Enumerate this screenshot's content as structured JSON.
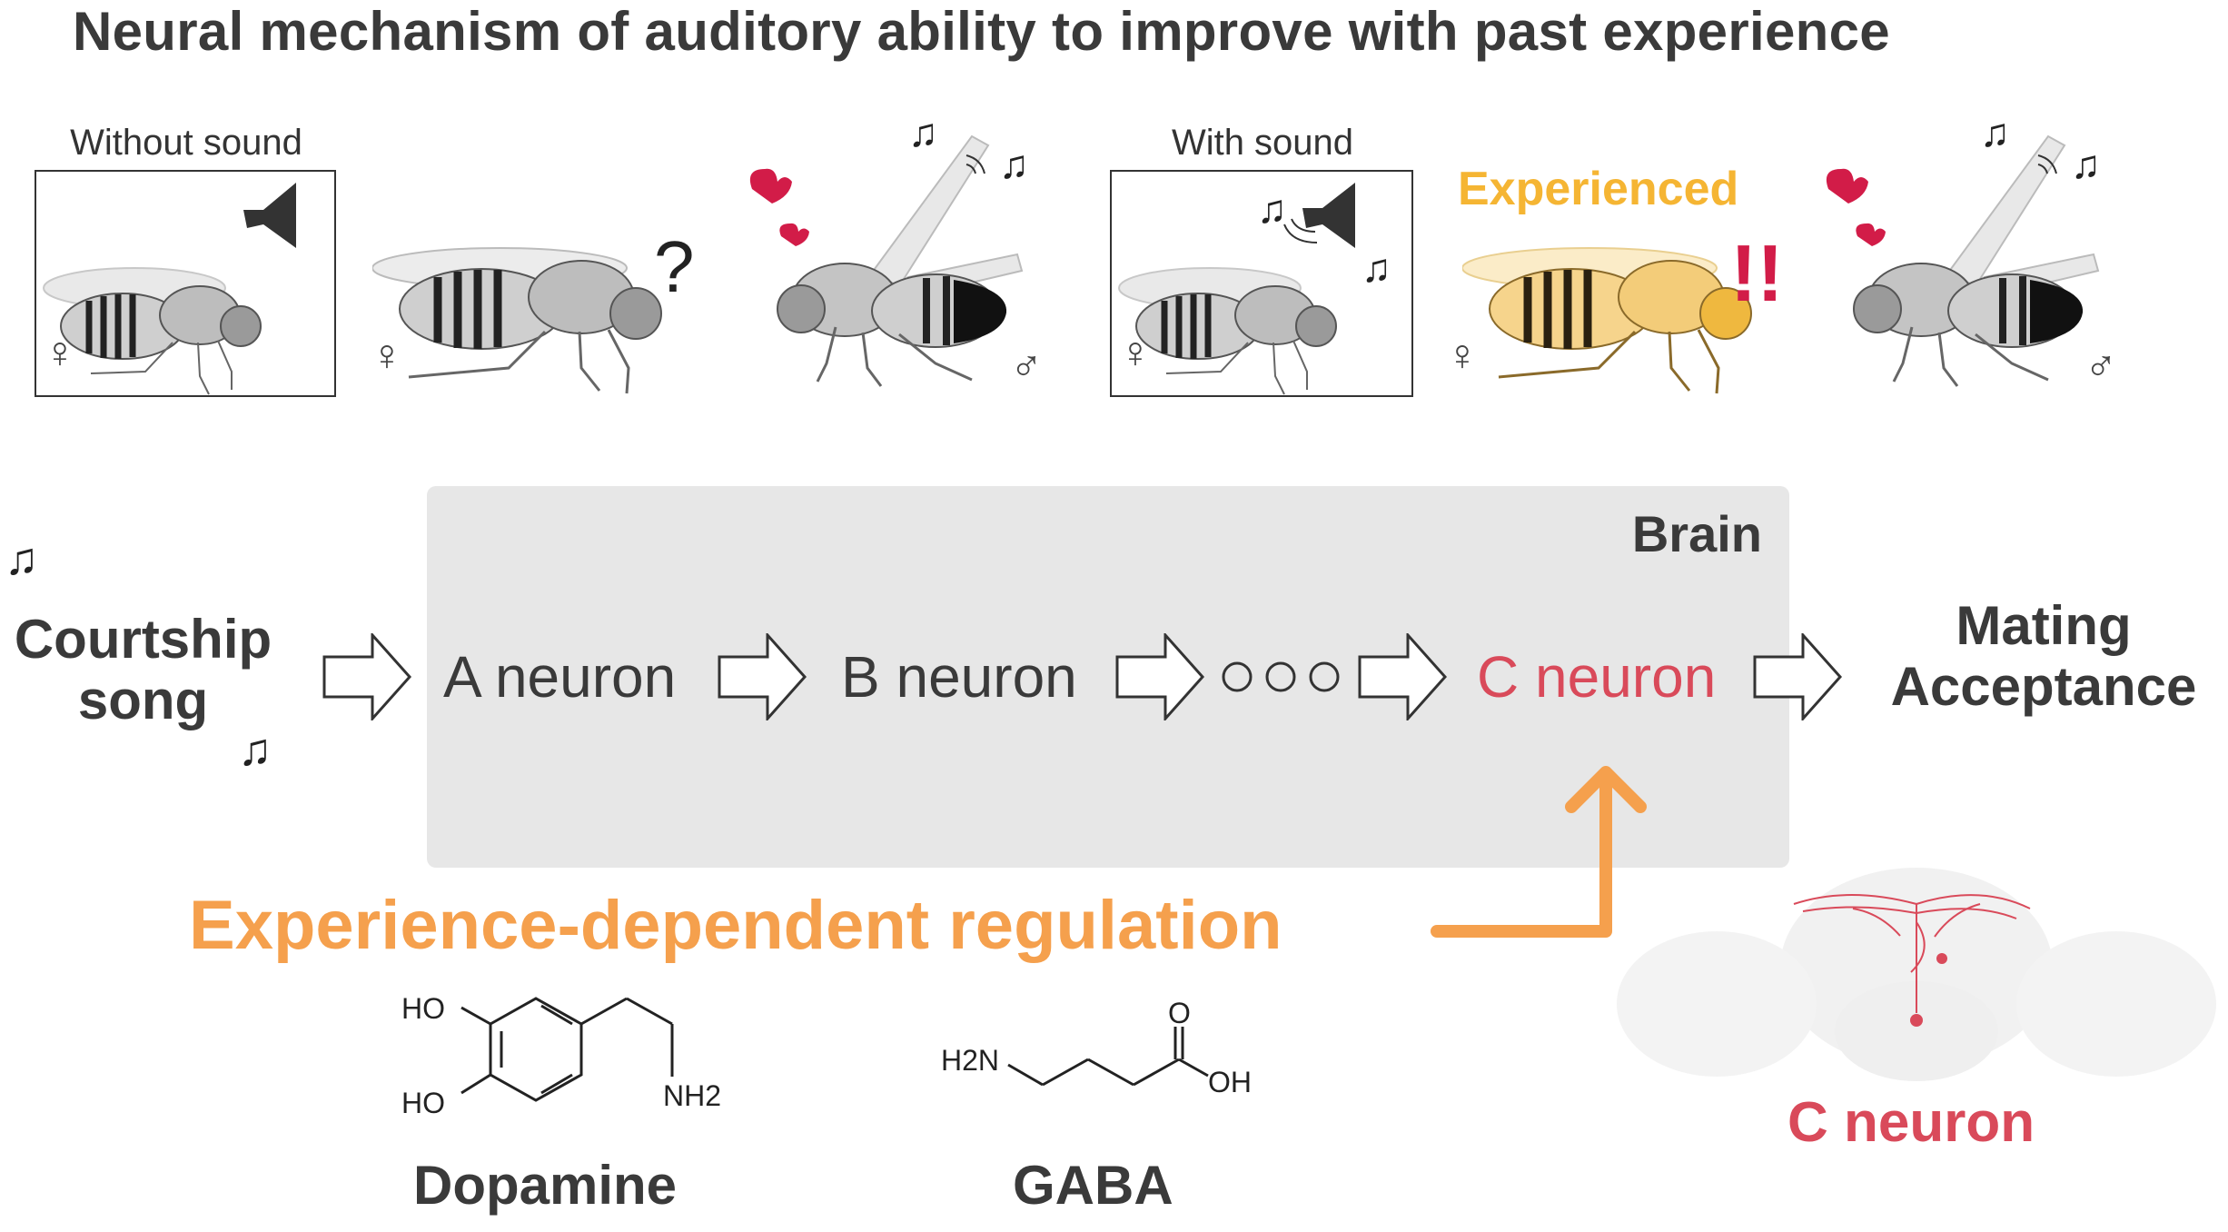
{
  "title": "Neural mechanism of auditory ability to improve with past experience",
  "panels": {
    "without_sound_label": "Without sound",
    "with_sound_label": "With sound",
    "experienced_label": "Experienced",
    "question_mark": "?",
    "exclamation": "!!",
    "female_symbol": "♀",
    "male_symbol": "♂",
    "music_note": "♫"
  },
  "pathway": {
    "brain_label": "Brain",
    "input_line1": "Courtship",
    "input_line2": "song",
    "node_a": "A neuron",
    "node_b": "B neuron",
    "node_c": "C neuron",
    "output_line1": "Mating",
    "output_line2": "Acceptance"
  },
  "regulation": {
    "label": "Experience-dependent regulation"
  },
  "chemicals": {
    "dopamine": {
      "name": "Dopamine",
      "atoms": {
        "ho_top": "HO",
        "ho_bottom": "HO",
        "nh2": "NH2"
      }
    },
    "gaba": {
      "name": "GABA",
      "atoms": {
        "h2n": "H2N",
        "o": "O",
        "oh": "OH"
      }
    }
  },
  "c_neuron_image_caption": "C neuron",
  "colors": {
    "text_dark": "#3a3a3a",
    "accent_orange": "#f5a04d",
    "experienced_yellow": "#f5b533",
    "c_neuron_red": "#d94a5a",
    "heart_red": "#d21c48",
    "brain_box_gray": "#e7e7e7"
  }
}
